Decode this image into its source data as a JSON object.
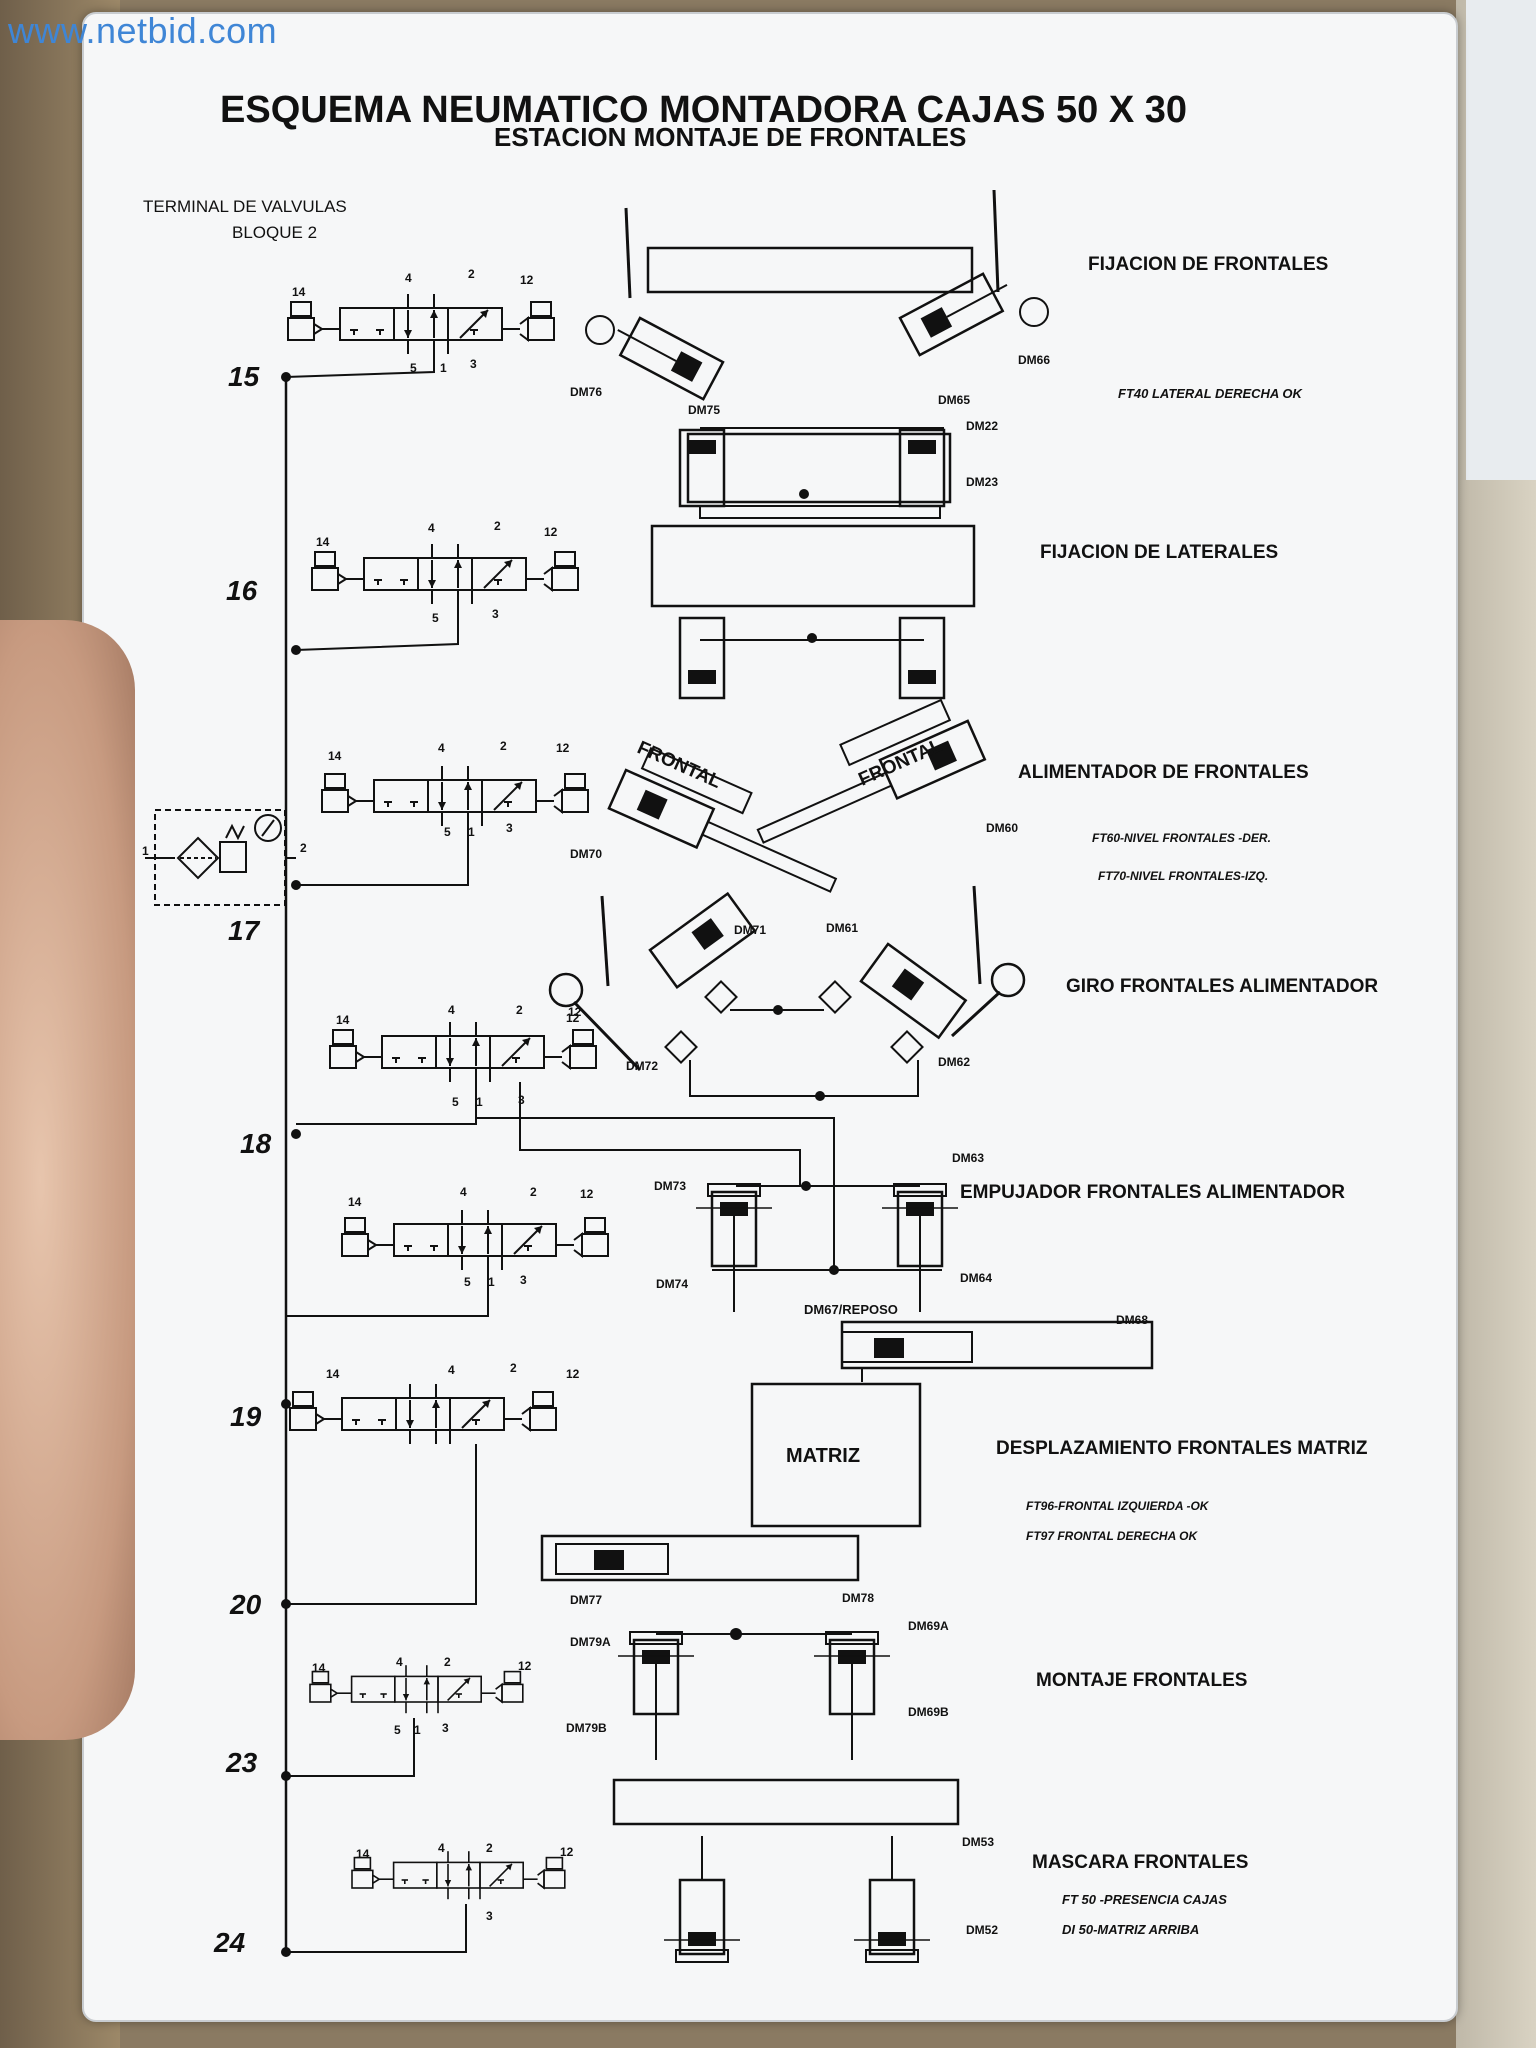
{
  "watermark": "www.netbid.com",
  "title": "ESQUEMA NEUMATICO MONTADORA CAJAS 50 X 30",
  "subtitle": "ESTACION MONTAJE DE FRONTALES",
  "terminal": {
    "line1": "TERMINAL DE VALVULAS",
    "line2": "BLOQUE  2"
  },
  "valve_numbers": [
    "15",
    "16",
    "17",
    "18",
    "19",
    "20",
    "23",
    "24"
  ],
  "port_labels": {
    "p14": "14",
    "p12": "12",
    "p4": "4",
    "p2": "2",
    "p5": "5",
    "p1": "1",
    "p3": "3"
  },
  "frl_ports": {
    "in": "1",
    "out": "2"
  },
  "sections": {
    "fijacion_frontales": "FIJACION DE FRONTALES",
    "fijacion_laterales": "FIJACION DE LATERALES",
    "alimentador": "ALIMENTADOR DE FRONTALES",
    "giro": "GIRO FRONTALES ALIMENTADOR",
    "empujador": "EMPUJADOR FRONTALES ALIMENTADOR",
    "desplazamiento": "DESPLAZAMIENTO FRONTALES MATRIZ",
    "montaje": "MONTAJE FRONTALES",
    "mascara": "MASCARA  FRONTALES"
  },
  "notes": {
    "ft40": "FT40 LATERAL DERECHA OK",
    "ft60": "FT60-NIVEL FRONTALES -DER.",
    "ft70": "FT70-NIVEL FRONTALES-IZQ.",
    "ft96": "FT96-FRONTAL IZQUIERDA -OK",
    "ft97": "FT97 FRONTAL DERECHA OK",
    "ft50": "FT 50 -PRESENCIA CAJAS",
    "di50": "DI 50-MATRIZ ARRIBA"
  },
  "frontal_label": "FRONTAL",
  "matriz_label": "MATRIZ",
  "dm": {
    "dm76": "DM76",
    "dm75": "DM75",
    "dm65": "DM65",
    "dm66": "DM66",
    "dm22": "DM22",
    "dm23": "DM23",
    "dm70": "DM70",
    "dm71": "DM71",
    "dm61": "DM61",
    "dm60": "DM60",
    "dm72": "DM72",
    "dm62": "DM62",
    "dm63": "DM63",
    "dm73": "DM73",
    "dm74": "DM74",
    "dm64": "DM64",
    "dm67": "DM67/REPOSO",
    "dm68": "DM68",
    "dm77": "DM77",
    "dm78": "DM78",
    "dm79a": "DM79A",
    "dm69a": "DM69A",
    "dm79b": "DM79B",
    "dm69b": "DM69B",
    "dm53": "DM53",
    "dm52": "DM52"
  },
  "giro_port": "12",
  "colors": {
    "ink": "#111111",
    "paper": "#f6f7f8",
    "watermark": "#3f86d6"
  }
}
